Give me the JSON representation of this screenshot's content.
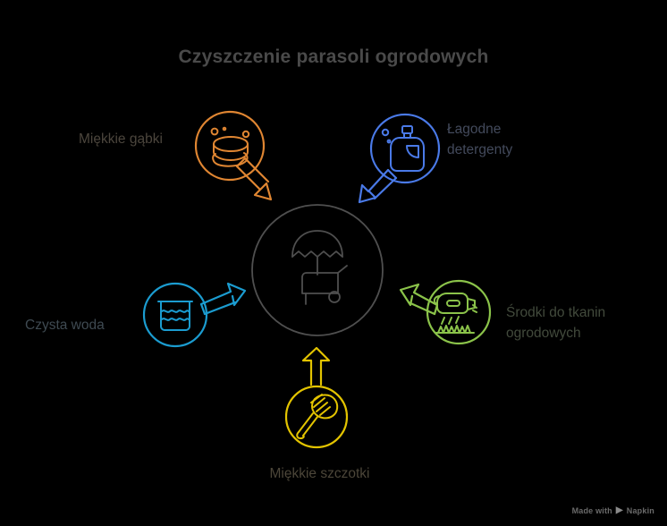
{
  "page": {
    "title": "Czyszczenie parasoli ogrodowych",
    "background_color": "#000000",
    "title_color": "#4a4a4a"
  },
  "center": {
    "icon_name": "parasol-cart-icon",
    "circle_color": "#4f4f4f"
  },
  "nodes": [
    {
      "id": "soft-sponges",
      "label": "Miękkie gąbki",
      "color": "#e08632",
      "label_color": "#4c463d",
      "icon_name": "sponge-bubbles-icon",
      "position": "top-left",
      "arrow_direction": "down-right"
    },
    {
      "id": "mild-detergents",
      "label": "Łagodne\ndetergenty",
      "color": "#4a7ae8",
      "label_color": "#434a5c",
      "icon_name": "detergent-bottle-icon",
      "position": "top-right",
      "arrow_direction": "down-left"
    },
    {
      "id": "clean-water",
      "label": "Czysta woda",
      "color": "#1b9cd0",
      "label_color": "#3f4a52",
      "icon_name": "water-basin-icon",
      "position": "left",
      "arrow_direction": "up-right"
    },
    {
      "id": "garden-fabric-agents",
      "label": "Środki do tkanin\nogrodowych",
      "color": "#8bc34a",
      "label_color": "#424a3c",
      "icon_name": "hose-spray-grass-icon",
      "position": "right",
      "arrow_direction": "up-left"
    },
    {
      "id": "soft-brushes",
      "label": "Miękkie szczotki",
      "color": "#e3c400",
      "label_color": "#4c4639",
      "icon_name": "scrub-brush-icon",
      "position": "bottom",
      "arrow_direction": "up"
    }
  ],
  "watermark": {
    "text_before": "Made with",
    "glyph": "▶",
    "brand": "Napkin"
  }
}
